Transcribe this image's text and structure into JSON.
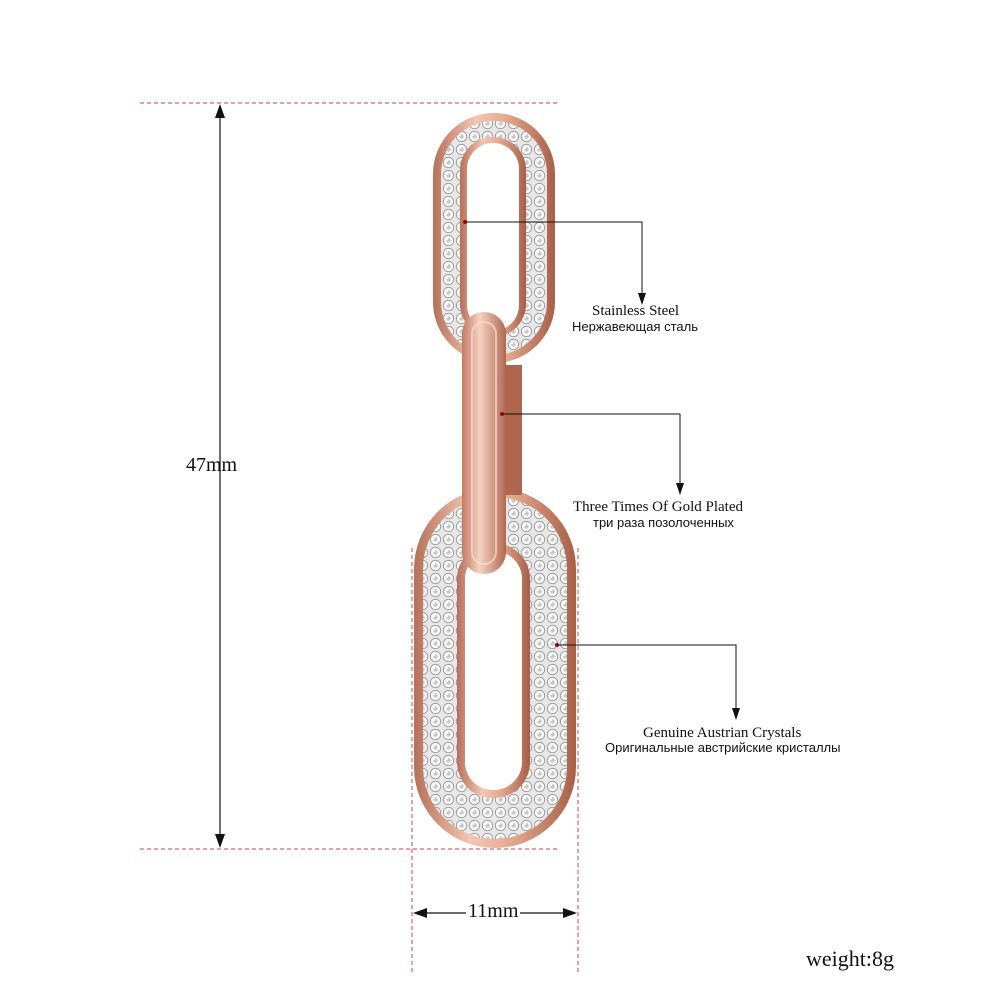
{
  "dimensions": {
    "height_label": "47mm",
    "width_label": "11mm"
  },
  "callouts": [
    {
      "id": "steel",
      "en": "Stainless Steel",
      "ru": "Нержавеющая сталь"
    },
    {
      "id": "plating",
      "en": "Three Times Of Gold Plated",
      "ru": "три раза позолоченных"
    },
    {
      "id": "crystals",
      "en": "Genuine Austrian Crystals",
      "ru": "Оригинальные австрийские кристаллы"
    }
  ],
  "weight_label": "weight:8g",
  "colors": {
    "rose_gold": "#e3a98d",
    "rose_gold_dark": "#b77059",
    "crystal": "#dcdcdc",
    "guide_red": "#d04040",
    "line": "#111111"
  }
}
